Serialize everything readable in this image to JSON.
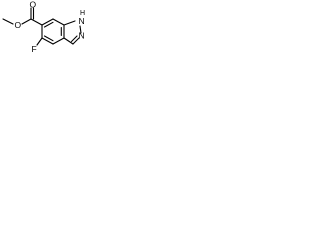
{
  "structure": {
    "atoms": {
      "carbonyl_oxygen": "O",
      "ester_oxygen": "O",
      "fluorine": "F",
      "pyrazole_nitrogen": "N",
      "nh_nitrogen": "N",
      "nh_hydrogen": "H"
    },
    "colors": {
      "bond": "#000000",
      "label": "#000000",
      "background": "#ffffff"
    }
  }
}
